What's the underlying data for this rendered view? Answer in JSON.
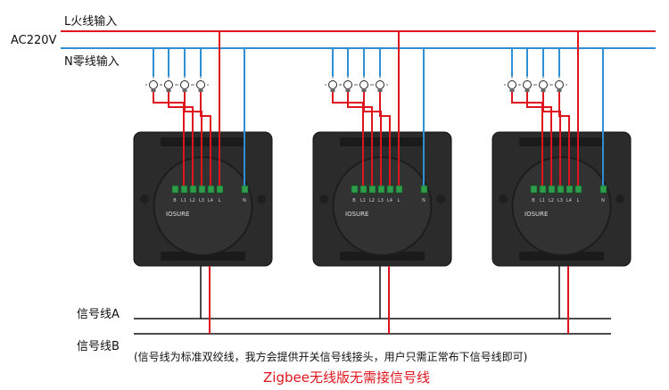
{
  "labels": {
    "live_in": "L火线输入",
    "ac_voltage": "AC220V",
    "neutral_in": "N零线输入",
    "signal_a": "信号线A",
    "signal_b": "信号线B",
    "note": "(信号线为标准双绞线，我方会提供开关信号线接头，用户只需正常布下信号线即可)",
    "zigbee_note": "Zigbee无线版无需接信号线"
  },
  "switch_panel": {
    "brand": "IOSURE",
    "terminal_labels": [
      "B",
      "L1",
      "L2",
      "L3",
      "L4",
      "L",
      "N"
    ]
  },
  "colors": {
    "live": "#e0141e",
    "neutral": "#2f8fd4",
    "signal": "#111111",
    "panel": "#2b2b2b"
  }
}
